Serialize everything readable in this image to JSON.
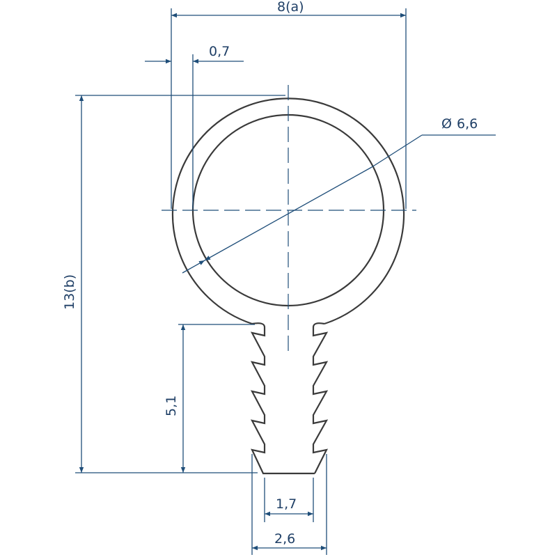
{
  "dimensions": {
    "width": "8(a)",
    "wall": "0,7",
    "height": "13(b)",
    "diameter": "6,6",
    "diameter_symbol": "Ø",
    "stem_length": "5,1",
    "inner_width": "1,7",
    "outer_width": "2,6"
  },
  "colors": {
    "dimension": "#1f4e79",
    "part": "#3a3a3a"
  }
}
